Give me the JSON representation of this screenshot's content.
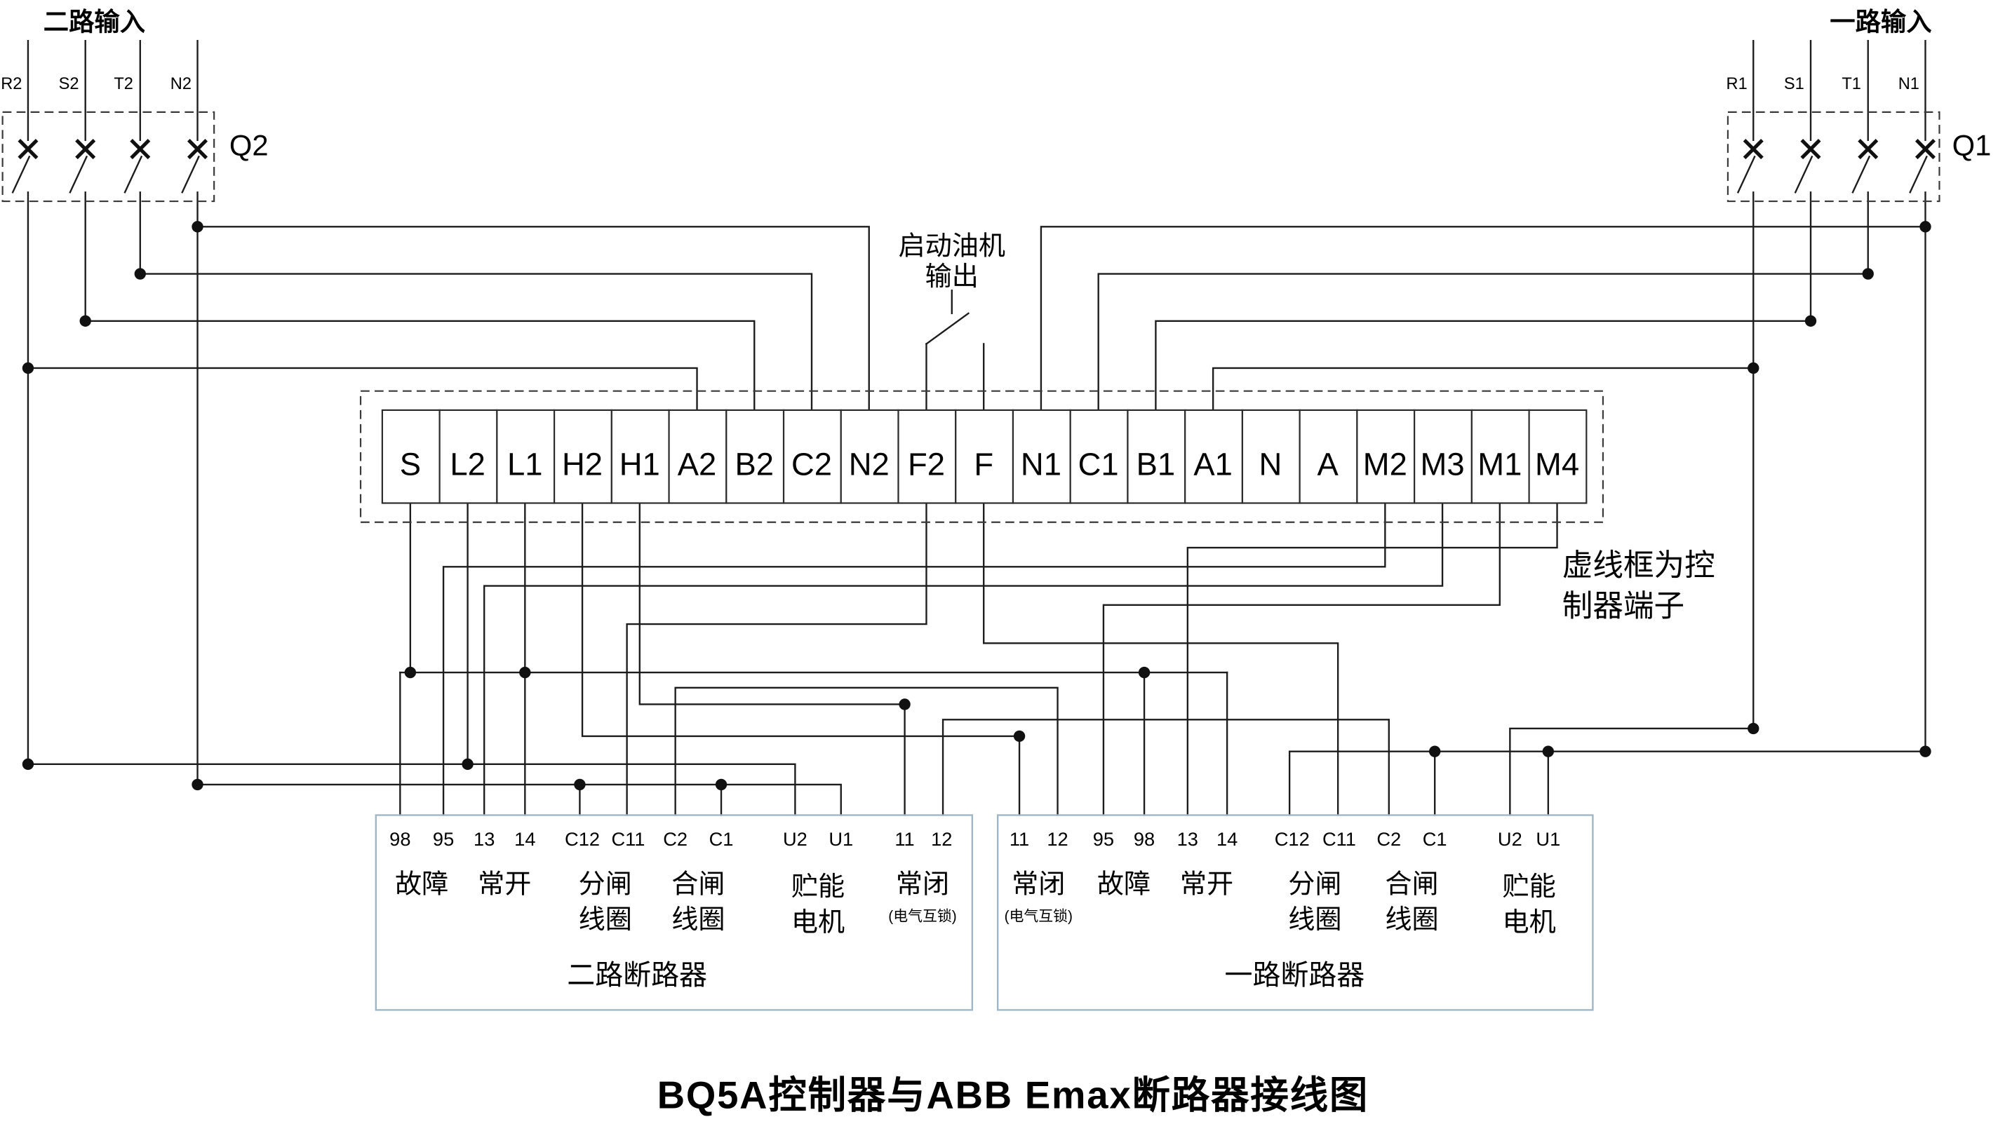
{
  "title": "BQ5A控制器与ABB Emax断路器接线图",
  "inputs": {
    "left": {
      "label": "二路输入",
      "breaker": "Q2",
      "terminals": [
        "R2",
        "S2",
        "T2",
        "N2"
      ]
    },
    "right": {
      "label": "一路输入",
      "breaker": "Q1",
      "terminals": [
        "R1",
        "S1",
        "T1",
        "N1"
      ]
    }
  },
  "genset": {
    "line1": "启动油机",
    "line2": "输出"
  },
  "controller_note": {
    "line1": "虚线框为控",
    "line2": "制器端子"
  },
  "strip": [
    "S",
    "L2",
    "L1",
    "H2",
    "H1",
    "A2",
    "B2",
    "C2",
    "N2",
    "F2",
    "F",
    "N1",
    "C1",
    "B1",
    "A1",
    "N",
    "A",
    "M2",
    "M3",
    "M1",
    "M4"
  ],
  "left_box": {
    "title": "二路断路器",
    "terminals": [
      "98",
      "95",
      "13",
      "14",
      "C12",
      "C11",
      "C2",
      "C1",
      "U2",
      "U1",
      "11",
      "12"
    ],
    "labels": [
      "故障",
      "常开",
      "分闸",
      "线圈",
      "合闸",
      "线圈",
      "贮能",
      "电机",
      "常闭",
      "(电气互锁)"
    ]
  },
  "right_box": {
    "title": "一路断路器",
    "terminals": [
      "11",
      "12",
      "95",
      "98",
      "13",
      "14",
      "C12",
      "C11",
      "C2",
      "C1",
      "U2",
      "U1"
    ],
    "labels": [
      "常闭",
      "(电气互锁)",
      "故障",
      "常开",
      "分闸",
      "线圈",
      "合闸",
      "线圈",
      "贮能",
      "电机"
    ]
  },
  "colors": {
    "wire": "#1c1c1c",
    "breaker_box_stroke": "#9fb6c6",
    "dashed_stroke": "#3a3a3a"
  }
}
